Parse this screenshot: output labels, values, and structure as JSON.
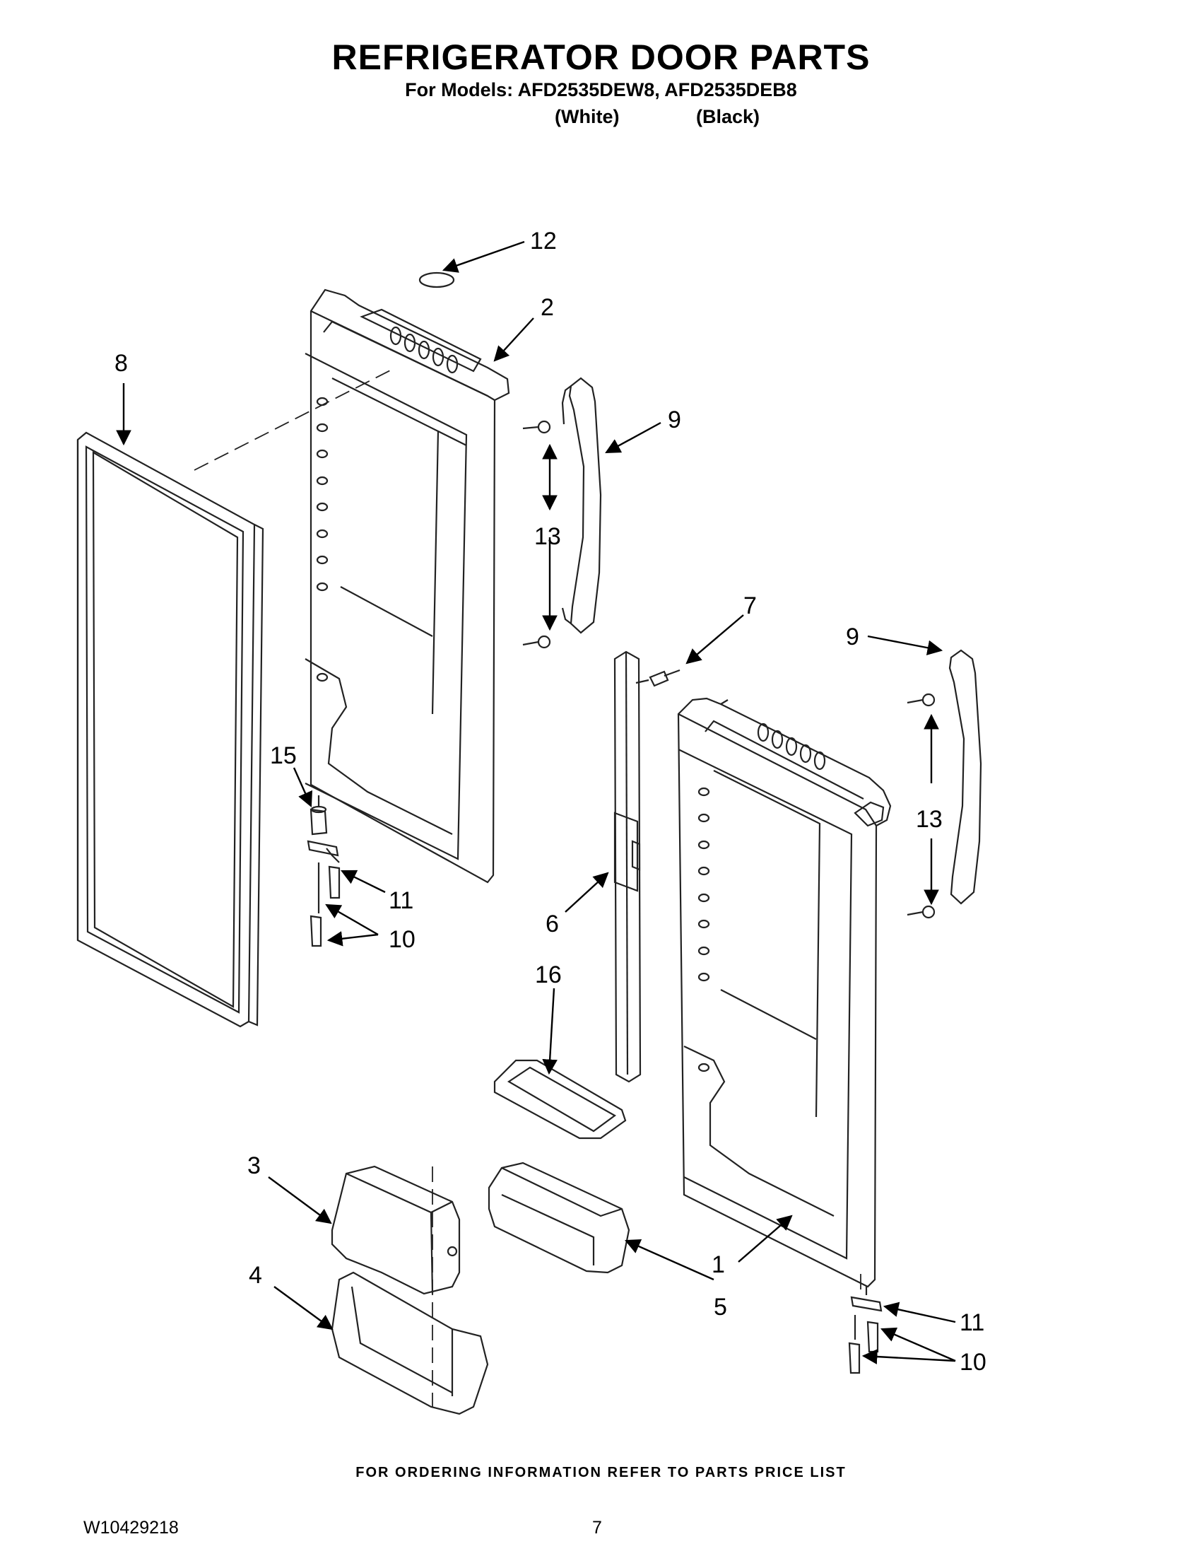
{
  "header": {
    "title": "REFRIGERATOR DOOR PARTS",
    "models_line": "For Models: AFD2535DEW8, AFD2535DEB8",
    "variant_white": "(White)",
    "variant_black": "(Black)"
  },
  "callouts": {
    "c1": "1",
    "c2": "2",
    "c3": "3",
    "c4": "4",
    "c5": "5",
    "c6": "6",
    "c7": "7",
    "c8": "8",
    "c9a": "9",
    "c9b": "9",
    "c10a": "10",
    "c10b": "10",
    "c11a": "11",
    "c11b": "11",
    "c12": "12",
    "c13a": "13",
    "c13b": "13",
    "c15": "15",
    "c16": "16"
  },
  "footer": {
    "ordering_note": "FOR ORDERING INFORMATION REFER TO PARTS PRICE LIST",
    "doc_number": "W10429218",
    "page_number": "7"
  }
}
